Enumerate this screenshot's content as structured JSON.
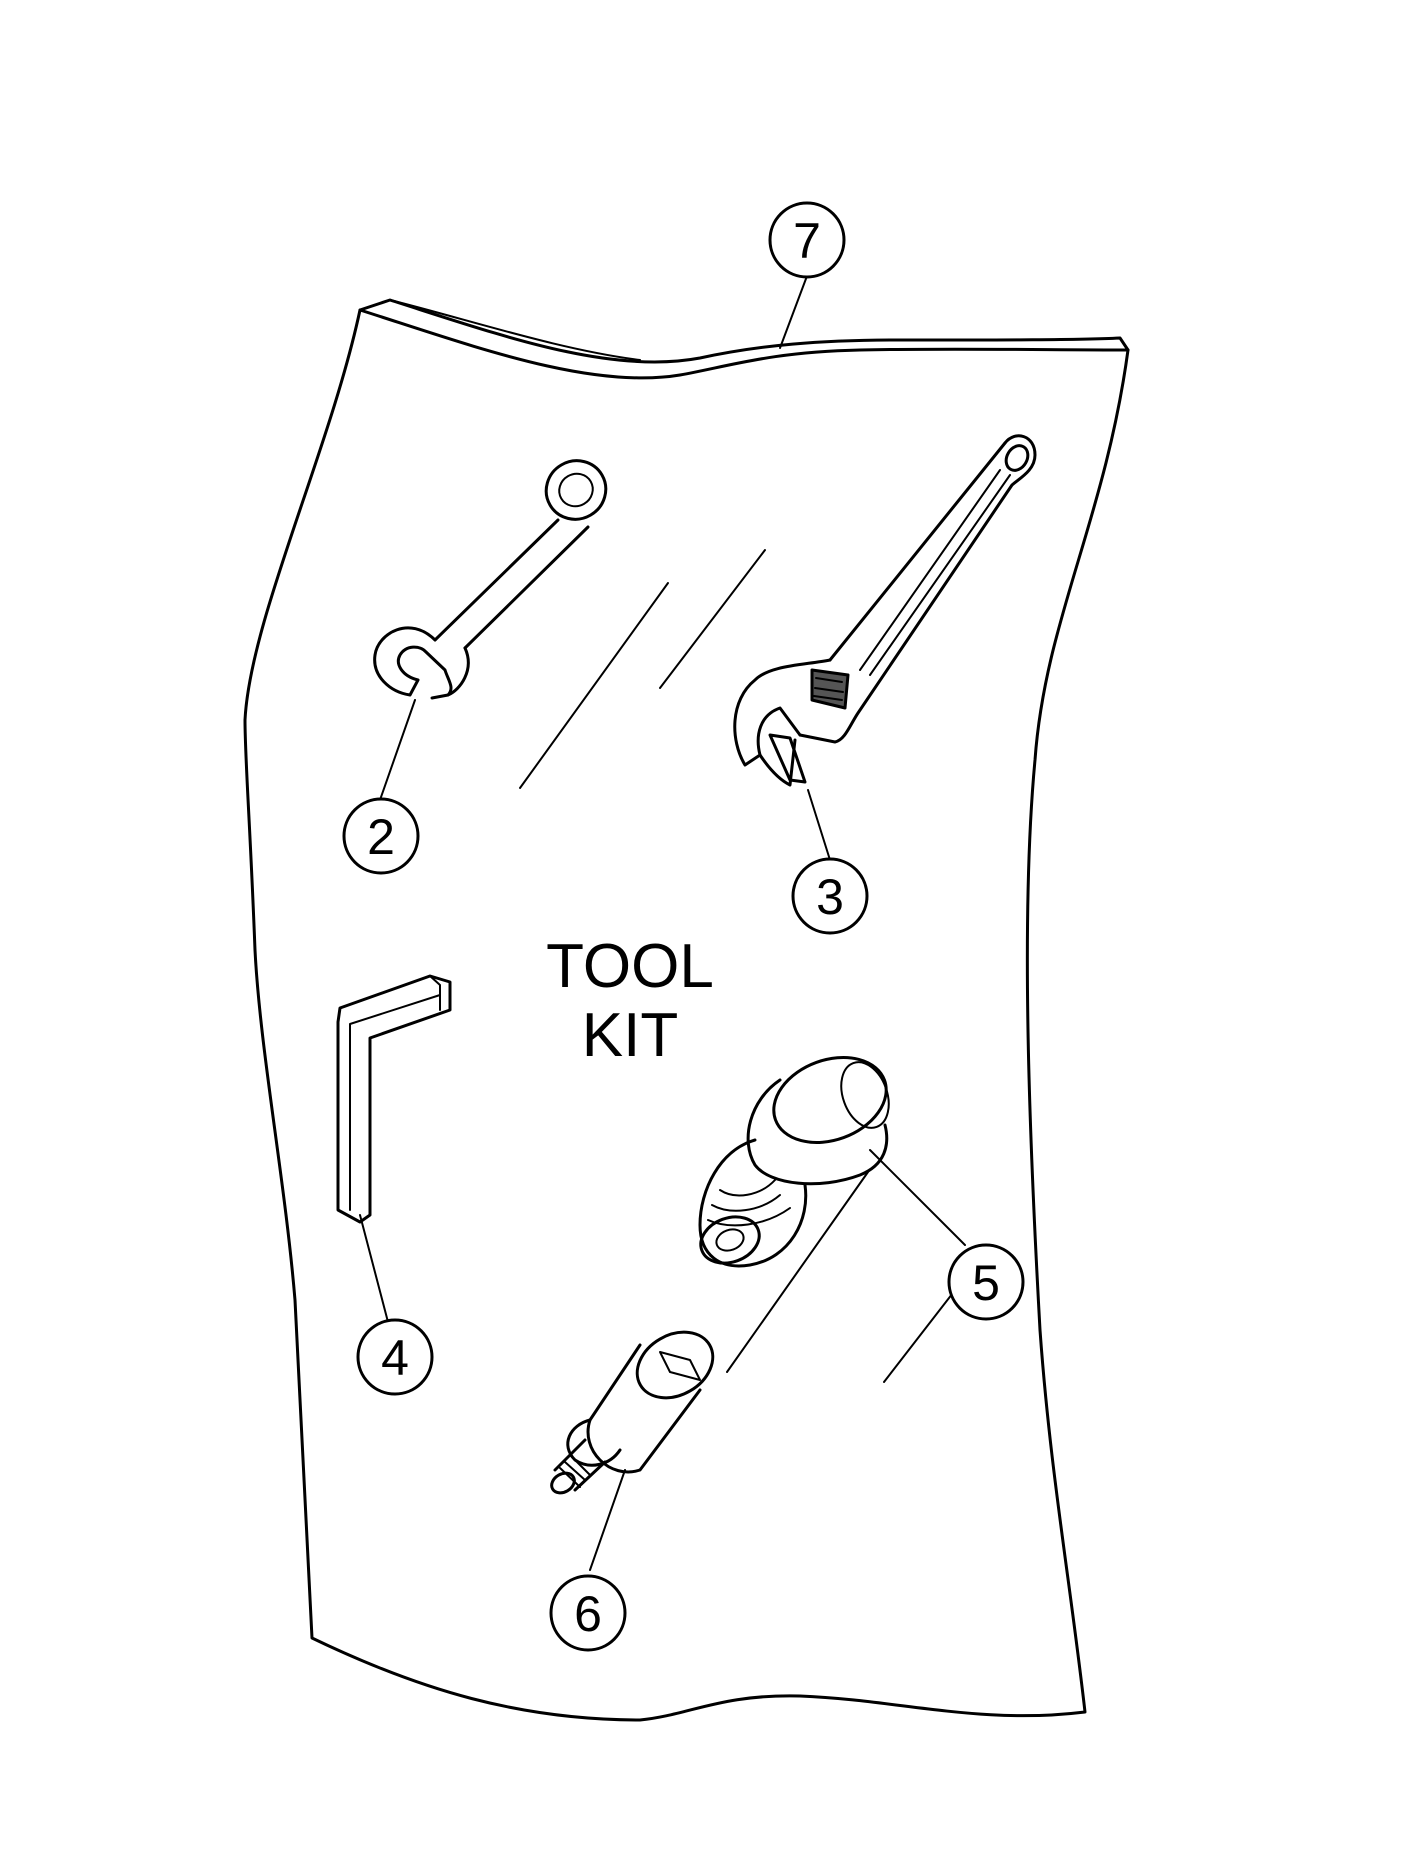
{
  "title_lines": [
    "TOOL",
    "KIT"
  ],
  "callouts": [
    {
      "id": "bag",
      "label": "7"
    },
    {
      "id": "combination-wrench",
      "label": "2"
    },
    {
      "id": "adjustable-wrench",
      "label": "3"
    },
    {
      "id": "hex-key",
      "label": "4"
    },
    {
      "id": "cap-screw",
      "label": "5"
    },
    {
      "id": "threaded-stud",
      "label": "6"
    }
  ]
}
